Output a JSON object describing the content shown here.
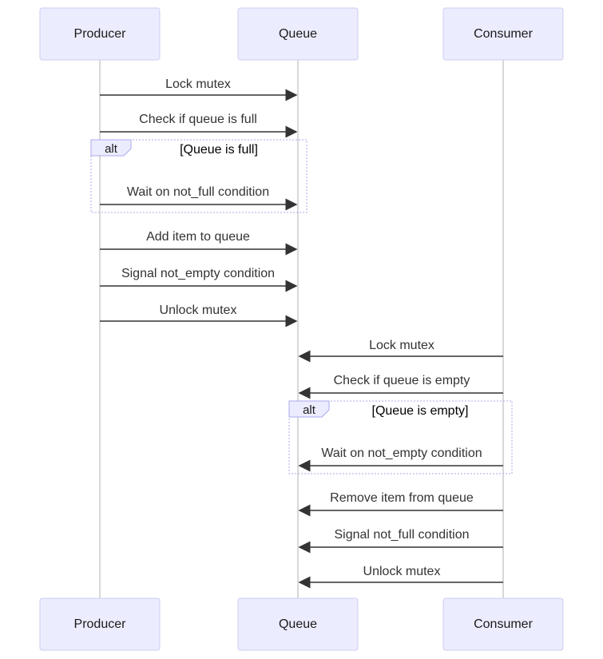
{
  "participants": {
    "producer": "Producer",
    "queue": "Queue",
    "consumer": "Consumer"
  },
  "messages": [
    {
      "text": "Lock mutex",
      "from": "producer",
      "to": "queue"
    },
    {
      "text": "Check if queue is full",
      "from": "producer",
      "to": "queue"
    },
    {
      "text": "Wait on not_full condition",
      "from": "producer",
      "to": "queue"
    },
    {
      "text": "Add item to queue",
      "from": "producer",
      "to": "queue"
    },
    {
      "text": "Signal not_empty condition",
      "from": "producer",
      "to": "queue"
    },
    {
      "text": "Unlock mutex",
      "from": "producer",
      "to": "queue"
    },
    {
      "text": "Lock mutex",
      "from": "consumer",
      "to": "queue"
    },
    {
      "text": "Check if queue is empty",
      "from": "consumer",
      "to": "queue"
    },
    {
      "text": "Wait on not_empty condition",
      "from": "consumer",
      "to": "queue"
    },
    {
      "text": "Remove item from queue",
      "from": "consumer",
      "to": "queue"
    },
    {
      "text": "Signal not_full condition",
      "from": "consumer",
      "to": "queue"
    },
    {
      "text": "Unlock mutex",
      "from": "consumer",
      "to": "queue"
    }
  ],
  "alt_blocks": [
    {
      "label": "alt",
      "condition": "[Queue is full]"
    },
    {
      "label": "alt",
      "condition": "[Queue is empty]"
    }
  ],
  "colors": {
    "actor_fill": "#ececff",
    "actor_border": "#cdcdf2",
    "lifeline": "#cccccc",
    "arrow": "#333333"
  }
}
